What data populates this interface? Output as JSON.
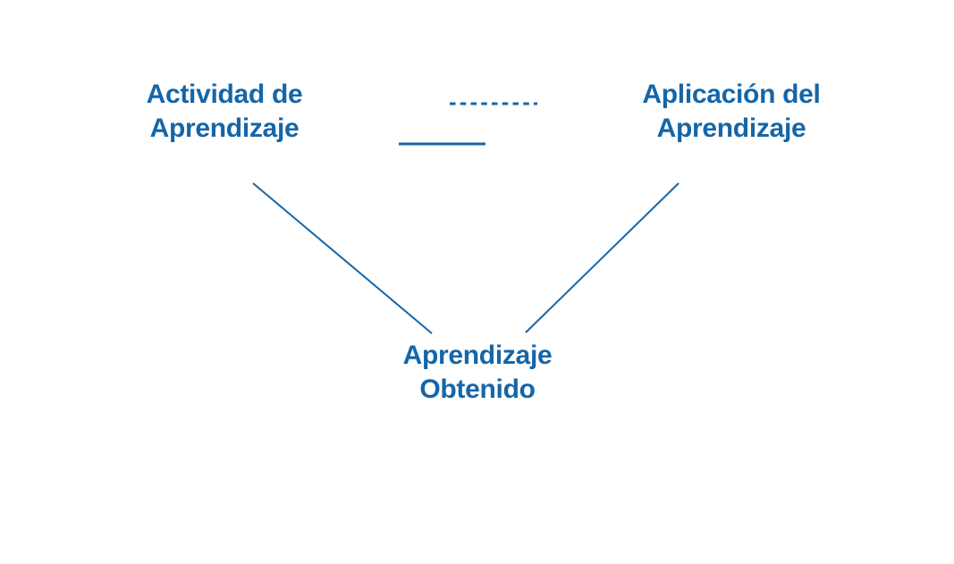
{
  "page": {
    "background_color": "#ffffff",
    "accent_color": "#1566a8"
  },
  "diagram": {
    "nodes": [
      {
        "id": "actividad-de-aprendizaje",
        "label": "Actividad de Aprendizaje"
      },
      {
        "id": "aplicacion-del-aprendizaje",
        "label": "Aplicación del Aprendizaje"
      },
      {
        "id": "aprendizaje-obtenido",
        "label": "Aprendizaje Obtenido"
      }
    ],
    "connectors": [
      {
        "from": "actividad-de-aprendizaje",
        "to": "aplicacion-del-aprendizaje",
        "style": "dashed"
      },
      {
        "from": "actividad-de-aprendizaje",
        "to": "aplicacion-del-aprendizaje",
        "style": "solid-short"
      },
      {
        "from": "actividad-de-aprendizaje",
        "to": "aprendizaje-obtenido",
        "style": "solid"
      },
      {
        "from": "aplicacion-del-aprendizaje",
        "to": "aprendizaje-obtenido",
        "style": "solid"
      }
    ]
  }
}
